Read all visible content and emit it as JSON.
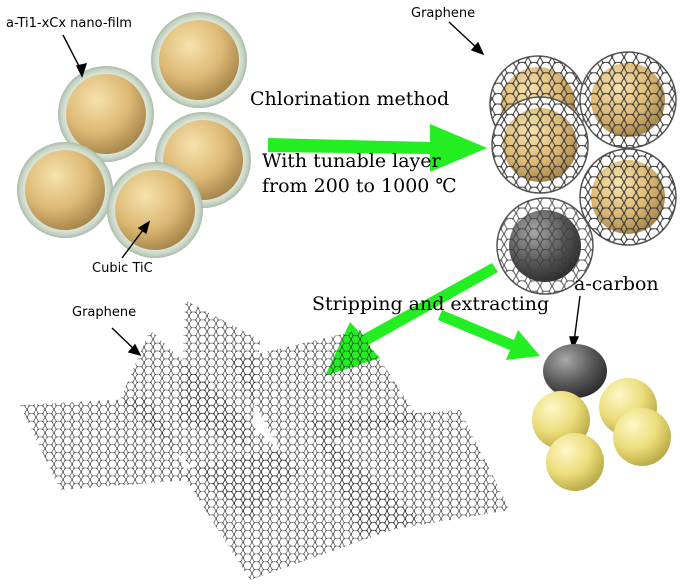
{
  "labels": {
    "nanofilm": "a-Ti1-xCx nano-film",
    "cubic_tic": "Cubic TiC",
    "graphene_top": "Graphene",
    "graphene_bottom": "Graphene",
    "chlorination": "Chlorination method",
    "tunable_line1": "With tunable layer",
    "tunable_line2": "from 200 to 1000 ℃",
    "stripping": "Stripping and extracting",
    "acarbon": "a-carbon"
  },
  "colors": {
    "arrow_green": "#22ee22",
    "tan_sphere": "#e2c17e",
    "yellow_sphere": "#ecdf7c",
    "gray_sphere": "#5a5a5a",
    "shell": "#c9d8c9"
  }
}
